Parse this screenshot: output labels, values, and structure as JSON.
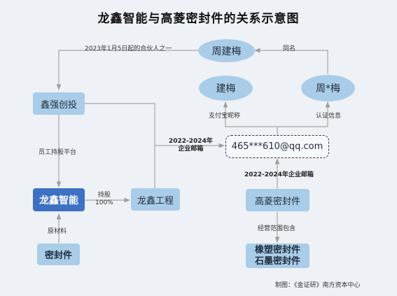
{
  "title": "龙鑫智能与高菱密封件的关系示意图",
  "nodes": {
    "zhou_jianmei": "周建梅",
    "jianmei": "建梅",
    "zhou_mei": "周*梅",
    "xinqiang": "鑫强创投",
    "longxin_zhineng": "龙鑫智能",
    "longxin_gongcheng": "龙鑫工程",
    "mifengjian": "密封件",
    "email": "465***610@qq.com",
    "gaoling": "高菱密封件",
    "xiangsu_line1": "橡塑密封件",
    "xiangsu_line2": "石墨密封件"
  },
  "edge_labels": {
    "partner": "2023年1月5日起的合伙人之一",
    "same_name": "同名",
    "alipay": "支付宝昵称",
    "verified": "认证信息",
    "employee": "员工持股平台",
    "holding_1": "持股",
    "holding_2": "100%",
    "raw_material": "原材料",
    "email_left_1": "2022-2024年",
    "email_left_2": "企业邮箱",
    "email_bottom": "2022-2024年企业邮箱",
    "scope": "经营范围包含"
  },
  "credit": "制图：《金证研》南方资本中心",
  "colors": {
    "background": "#eef1f6",
    "node_fill": "#a9cde8",
    "node_dark": "#3d71c3",
    "line": "#a6a6a6"
  }
}
